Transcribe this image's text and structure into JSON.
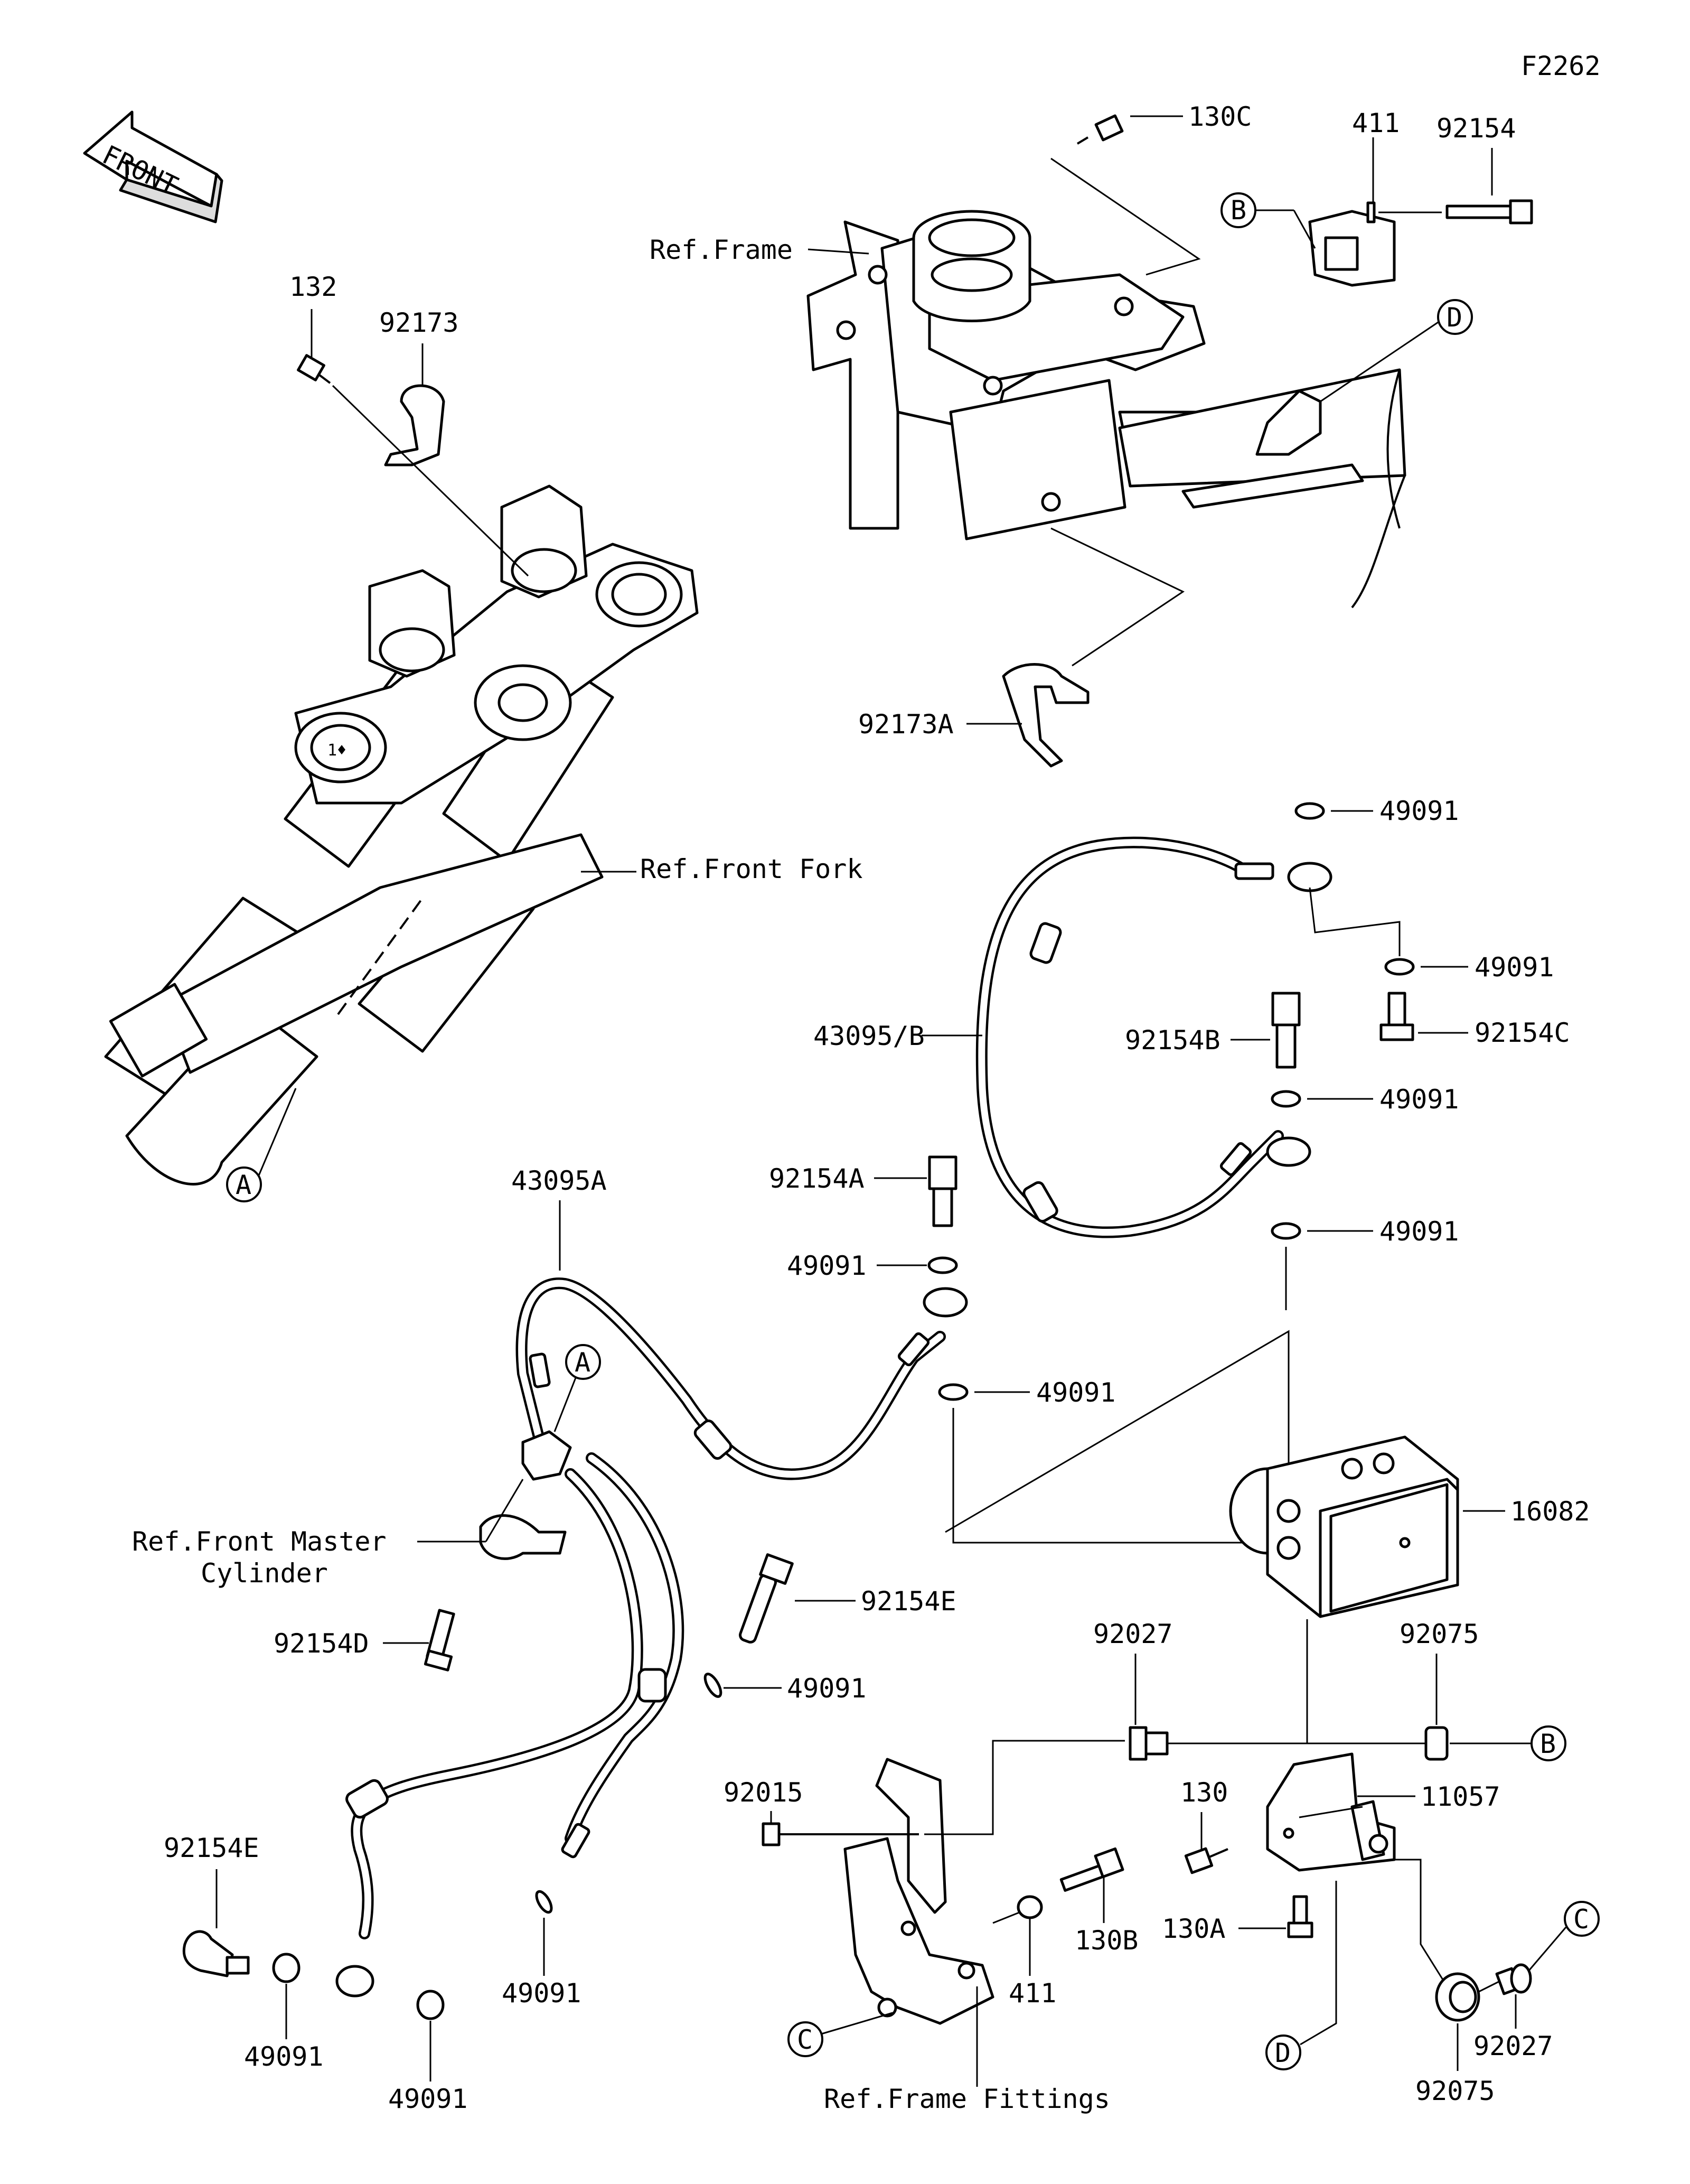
{
  "diagram_code": "F2262",
  "front_label": "FRONT",
  "refs": {
    "frame": "Ref.Frame",
    "front_fork": "Ref.Front Fork",
    "master_cyl_1": "Ref.Front Master",
    "master_cyl_2": "Cylinder",
    "frame_fittings": "Ref.Frame Fittings"
  },
  "callouts": {
    "A": "A",
    "B": "B",
    "C": "C",
    "D": "D"
  },
  "parts": {
    "p130C": "130C",
    "p411_top": "411",
    "p92154_top": "92154",
    "p132": "132",
    "p92173": "92173",
    "p92173A": "92173A",
    "p49091_1": "49091",
    "p49091_2": "49091",
    "p43095B": "43095/B",
    "p92154B": "92154B",
    "p92154C": "92154C",
    "p49091_3": "49091",
    "p49091_4": "49091",
    "p43095A": "43095A",
    "p92154A": "92154A",
    "p49091_5": "49091",
    "p49091_6": "49091",
    "p16082": "16082",
    "p92154D": "92154D",
    "p92154E_1": "92154E",
    "p49091_7": "49091",
    "p92027_1": "92027",
    "p92075_1": "92075",
    "p92015": "92015",
    "p130": "130",
    "p11057": "11057",
    "p130A": "130A",
    "p130B": "130B",
    "p411_bot": "411",
    "p92075_2": "92075",
    "p92027_2": "92027",
    "p92154E_2": "92154E",
    "p49091_8": "49091",
    "p49091_9": "49091",
    "p49091_10": "49091"
  }
}
